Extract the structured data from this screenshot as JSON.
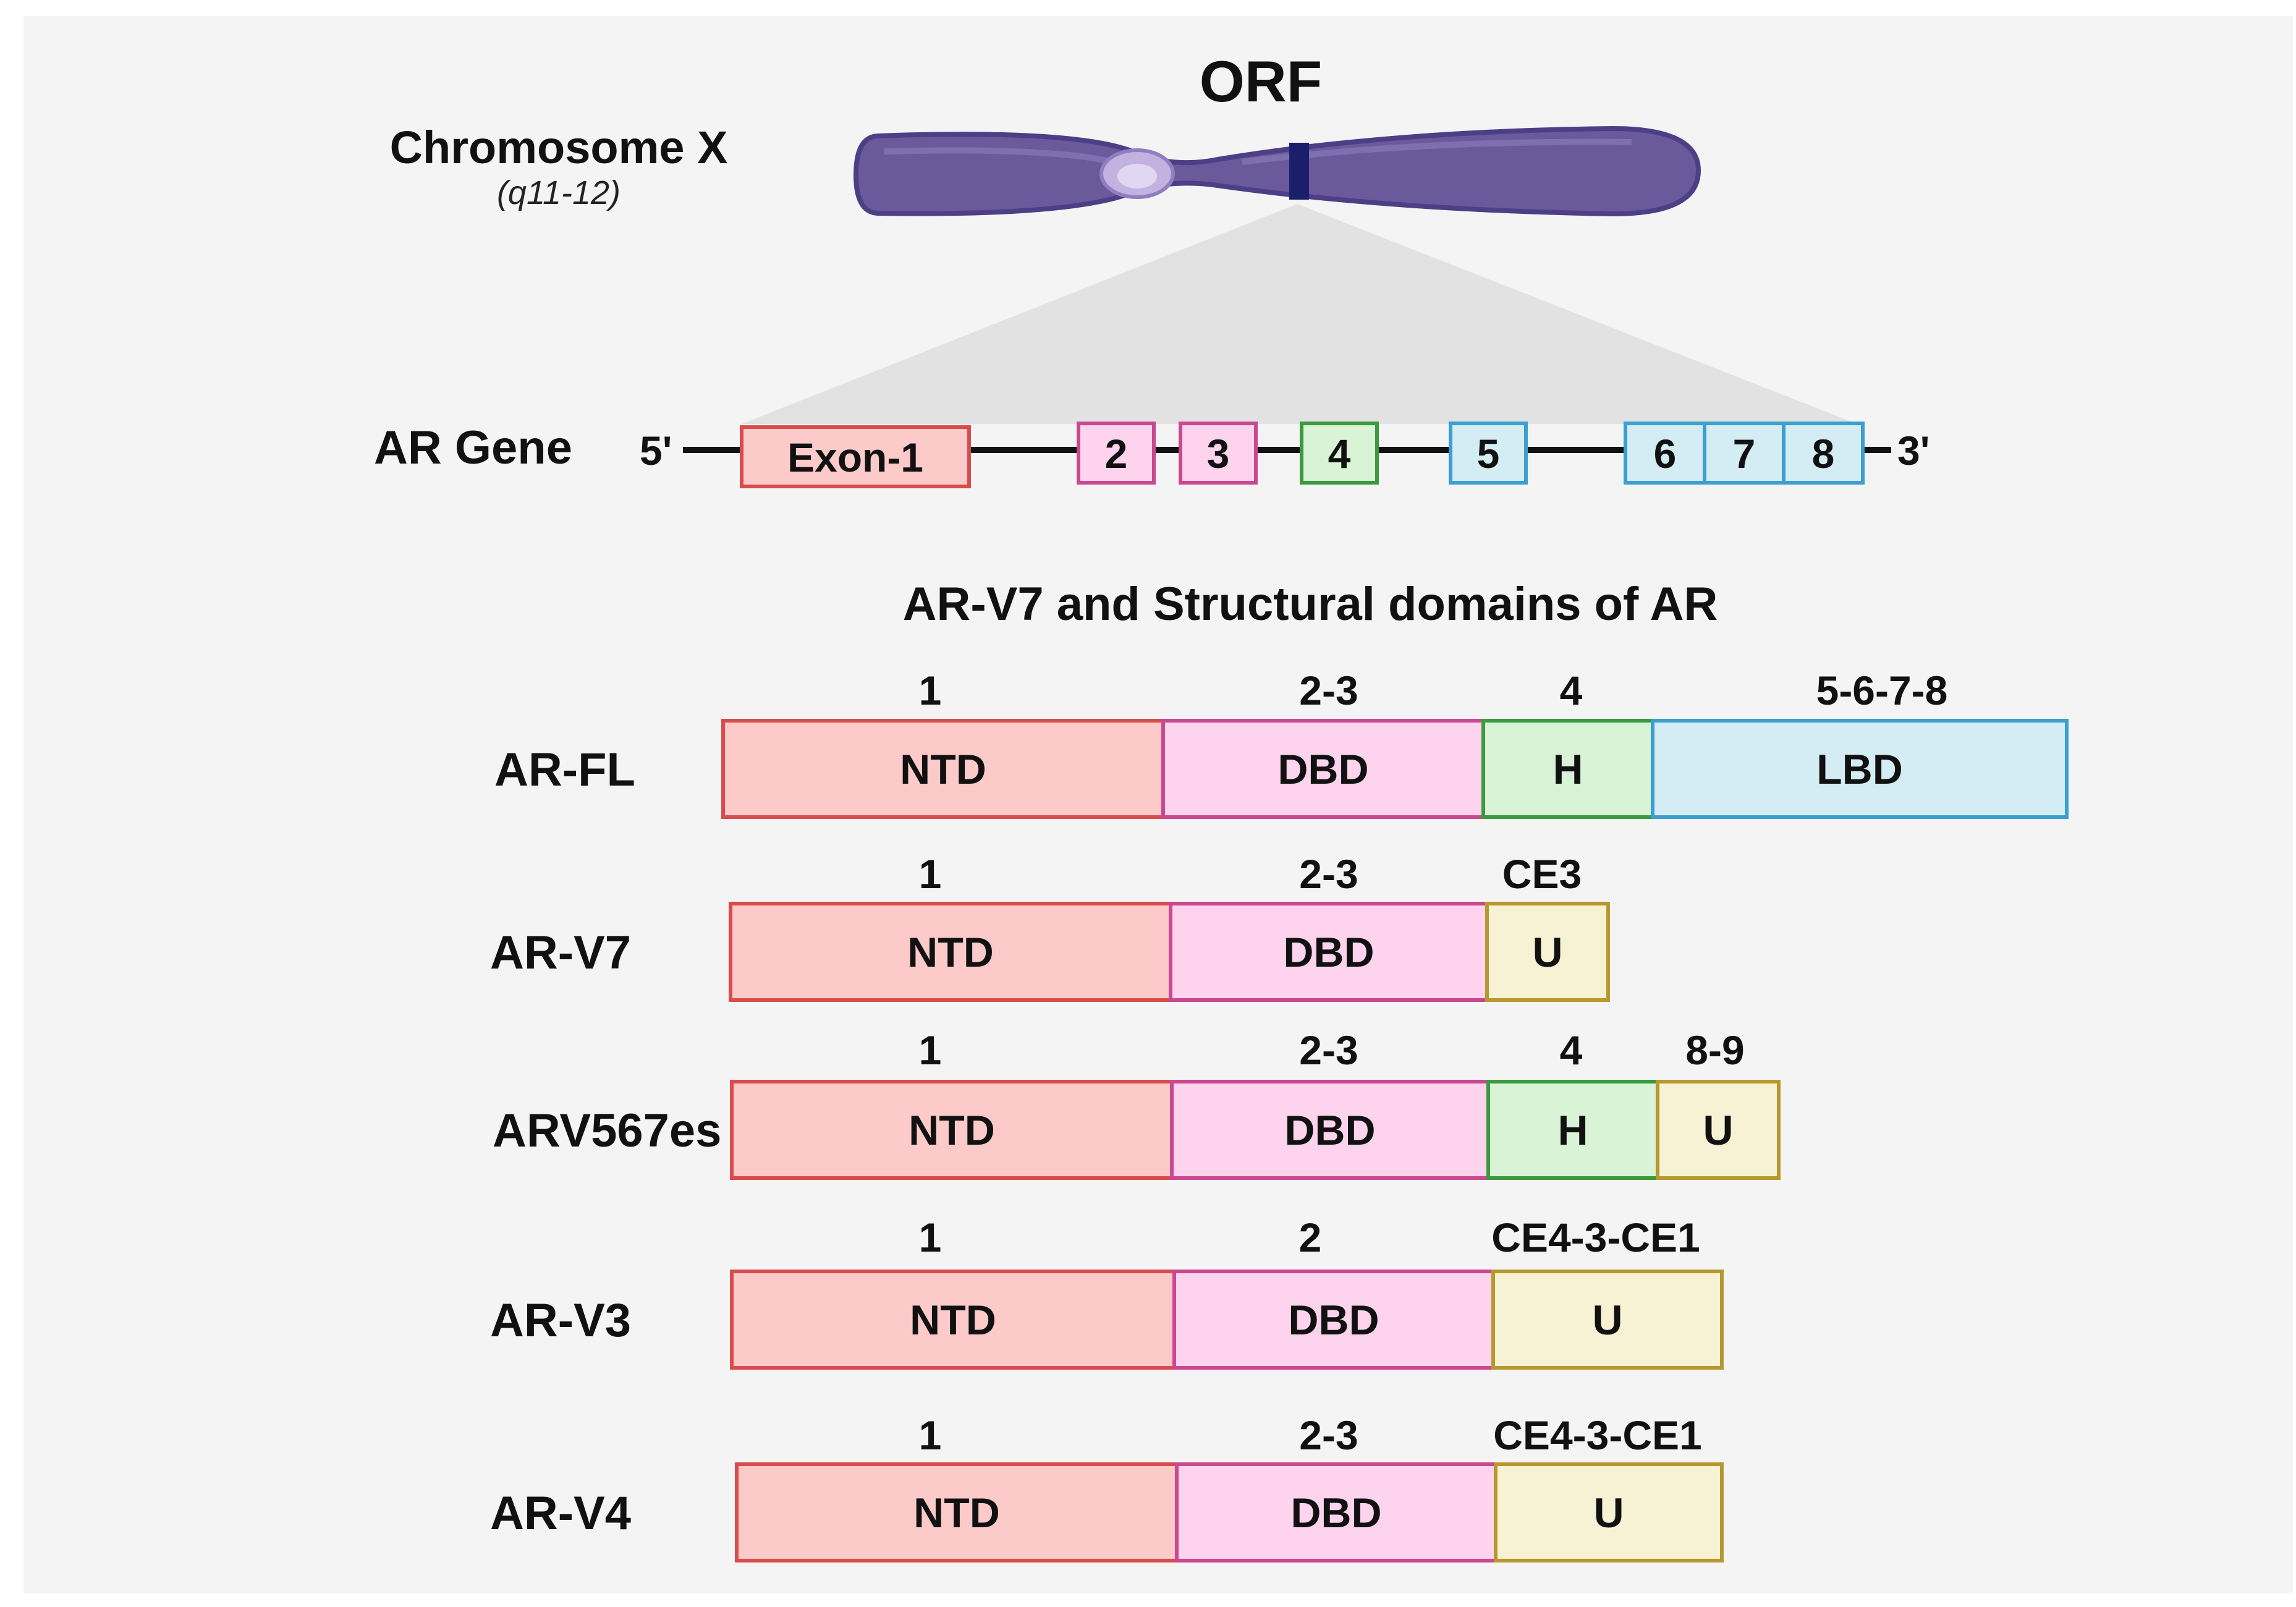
{
  "header": {
    "orf_label": "ORF",
    "chromosome_label": "Chromosome X",
    "chromosome_locus": "(q11-12)"
  },
  "gene": {
    "label": "AR Gene",
    "five_prime": "5'",
    "three_prime": "3'",
    "exons": [
      {
        "label": "Exon-1",
        "type": "ntd"
      },
      {
        "label": "2",
        "type": "dbd"
      },
      {
        "label": "3",
        "type": "dbd"
      },
      {
        "label": "4",
        "type": "hinge"
      },
      {
        "label": "5",
        "type": "lbd"
      },
      {
        "label": "6",
        "type": "lbd"
      },
      {
        "label": "7",
        "type": "lbd"
      },
      {
        "label": "8",
        "type": "lbd"
      }
    ]
  },
  "section_title": "AR-V7 and Structural domains of AR",
  "variants": [
    {
      "name": "AR-FL",
      "segments": [
        {
          "label": "NTD",
          "exon": "1",
          "type": "ntd"
        },
        {
          "label": "DBD",
          "exon": "2-3",
          "type": "dbd"
        },
        {
          "label": "H",
          "exon": "4",
          "type": "hinge"
        },
        {
          "label": "LBD",
          "exon": "5-6-7-8",
          "type": "lbd"
        }
      ]
    },
    {
      "name": "AR-V7",
      "segments": [
        {
          "label": "NTD",
          "exon": "1",
          "type": "ntd"
        },
        {
          "label": "DBD",
          "exon": "2-3",
          "type": "dbd"
        },
        {
          "label": "U",
          "exon": "CE3",
          "type": "unique"
        }
      ]
    },
    {
      "name": "ARV567es",
      "segments": [
        {
          "label": "NTD",
          "exon": "1",
          "type": "ntd"
        },
        {
          "label": "DBD",
          "exon": "2-3",
          "type": "dbd"
        },
        {
          "label": "H",
          "exon": "4",
          "type": "hinge"
        },
        {
          "label": "U",
          "exon": "8-9",
          "type": "unique"
        }
      ]
    },
    {
      "name": "AR-V3",
      "segments": [
        {
          "label": "NTD",
          "exon": "1",
          "type": "ntd"
        },
        {
          "label": "DBD",
          "exon": "2",
          "type": "dbd"
        },
        {
          "label": "U",
          "exon": "CE4-3-CE1",
          "type": "unique"
        }
      ]
    },
    {
      "name": "AR-V4",
      "segments": [
        {
          "label": "NTD",
          "exon": "1",
          "type": "ntd"
        },
        {
          "label": "DBD",
          "exon": "2-3",
          "type": "dbd"
        },
        {
          "label": "U",
          "exon": "CE4-3-CE1",
          "type": "unique"
        }
      ]
    }
  ],
  "colors": {
    "ntd": {
      "fill": "#fdcaca",
      "stroke": "#d94c4c"
    },
    "dbd": {
      "fill": "#fdd3ee",
      "stroke": "#c9488f"
    },
    "hinge": {
      "fill": "#d8f3d6",
      "stroke": "#3a9a3e"
    },
    "lbd": {
      "fill": "#d4edf5",
      "stroke": "#3b9fcf"
    },
    "unique": {
      "fill": "#f6f2d3",
      "stroke": "#b7982f"
    },
    "chromosome": "#6a5a9c",
    "chromosome_dark": "#4d3f86",
    "band": "#1b1f6b",
    "centromere": "#c3b2e0"
  }
}
